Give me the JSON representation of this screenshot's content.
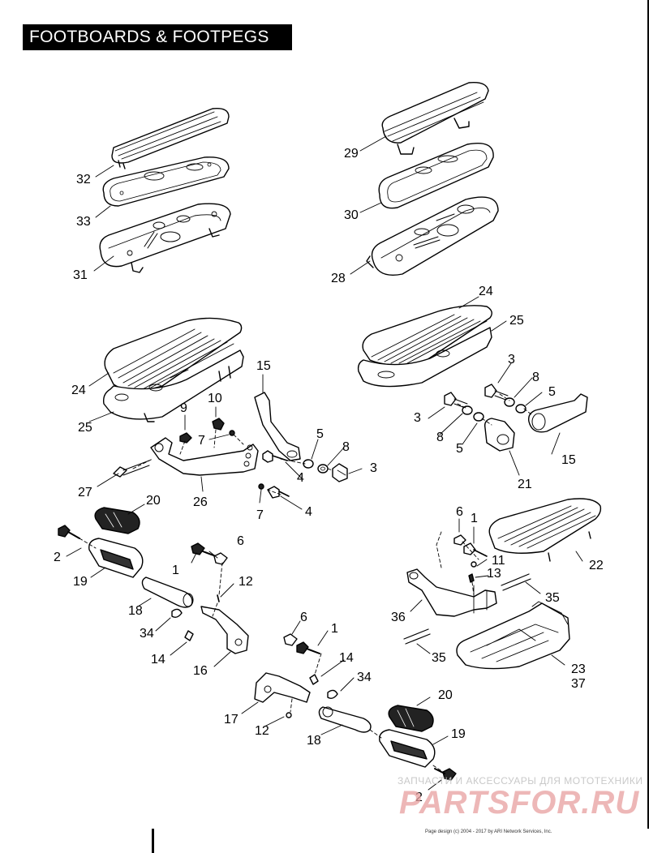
{
  "header": {
    "title": "FOOTBOARDS & FOOTPEGS"
  },
  "callouts": {
    "c32": "32",
    "c33": "33",
    "c31": "31",
    "c29": "29",
    "c30": "30",
    "c28": "28",
    "c24a": "24",
    "c25a": "25",
    "c24b": "24",
    "c25b": "25",
    "c15a": "15",
    "c9": "9",
    "c10": "10",
    "c7a": "7",
    "c27": "27",
    "c26": "26",
    "c5a": "5",
    "c8a": "8",
    "c4a": "4",
    "c3a": "3",
    "c7b": "7",
    "c4b": "4",
    "c3b": "3",
    "c8b": "8",
    "c5b": "5",
    "c3c": "3",
    "c8c": "8",
    "c5c": "5",
    "c15b": "15",
    "c21": "21",
    "c20a": "20",
    "c2a": "2",
    "c19a": "19",
    "c6a": "6",
    "c1a": "1",
    "c12a": "12",
    "c18a": "18",
    "c34a": "34",
    "c14a": "14",
    "c16": "16",
    "c6b": "6",
    "c1b": "1",
    "c11": "11",
    "c13": "13",
    "c22": "22",
    "c35a": "35",
    "c36": "36",
    "c35b": "35",
    "c23": "23",
    "c37": "37",
    "c6c": "6",
    "c1c": "1",
    "c14b": "14",
    "c34b": "34",
    "c17": "17",
    "c12b": "12",
    "c18b": "18",
    "c20b": "20",
    "c19b": "19",
    "c2b": "2"
  },
  "watermark": {
    "line1": "ЗАПЧАСТИ И АКСЕССУАРЫ ДЛЯ МОТОТЕХНИКИ",
    "line2": "PARTSFOR.RU"
  },
  "footer": {
    "copyright": "Page design (c) 2004 - 2017 by ARI Network Services, Inc."
  }
}
